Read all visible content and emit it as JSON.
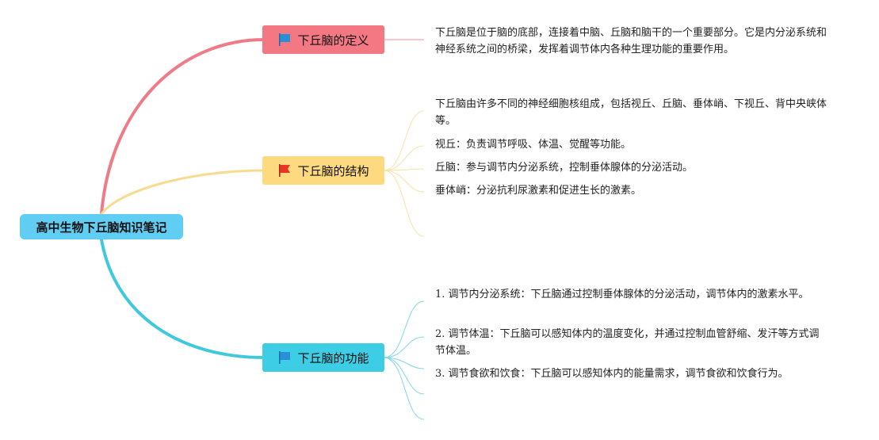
{
  "root": {
    "label": "高中生物下丘脑知识笔记",
    "color": "#60cdf3"
  },
  "branches": [
    {
      "label": "下丘脑的定义",
      "color": "#f47784",
      "line_color": "#ef7b86",
      "thin_line_color": "#f5b3bb",
      "flag_icon": "flag-blue-icon",
      "flag_color": "#2a8fd6",
      "leaves": [
        "下丘脑是位于脑的底部，连接着中脑、丘脑和脑干的一个重要部分。它是内分泌系统和神经系统之间的桥梁，发挥着调节体内各种生理功能的重要作用。"
      ]
    },
    {
      "label": "下丘脑的结构",
      "color": "#fdd97f",
      "line_color": "#f7dc8f",
      "thin_line_color": "#f6e2a8",
      "flag_icon": "flag-red-icon",
      "flag_color": "#e83524",
      "leaves": [
        "下丘脑由许多不同的神经细胞核组成，包括视丘、丘脑、垂体峭、下视丘、背中央峡体等。",
        "视丘：负责调节呼吸、体温、觉醒等功能。",
        "丘脑：参与调节内分泌系统，控制垂体腺体的分泌活动。",
        "垂体峭：分泌抗利尿激素和促进生长的激素。"
      ]
    },
    {
      "label": "下丘脑的功能",
      "color": "#3dcde4",
      "line_color": "#40c8de",
      "thin_line_color": "#7fd6e6",
      "flag_icon": "flag-blue-icon",
      "flag_color": "#2a8fd6",
      "leaves": [
        {
          "num": "1.",
          "text": "调节内分泌系统：下丘脑通过控制垂体腺体的分泌活动，调节体内的激素水平。"
        },
        {
          "num": "2.",
          "text": "调节体温：下丘脑可以感知体内的温度变化，并通过控制血管舒缩、发汗等方式调节体温。"
        },
        {
          "num": "3.",
          "text": "调节食欲和饮食：下丘脑可以感知体内的能量需求，调节食欲和饮食行为。"
        }
      ]
    }
  ]
}
